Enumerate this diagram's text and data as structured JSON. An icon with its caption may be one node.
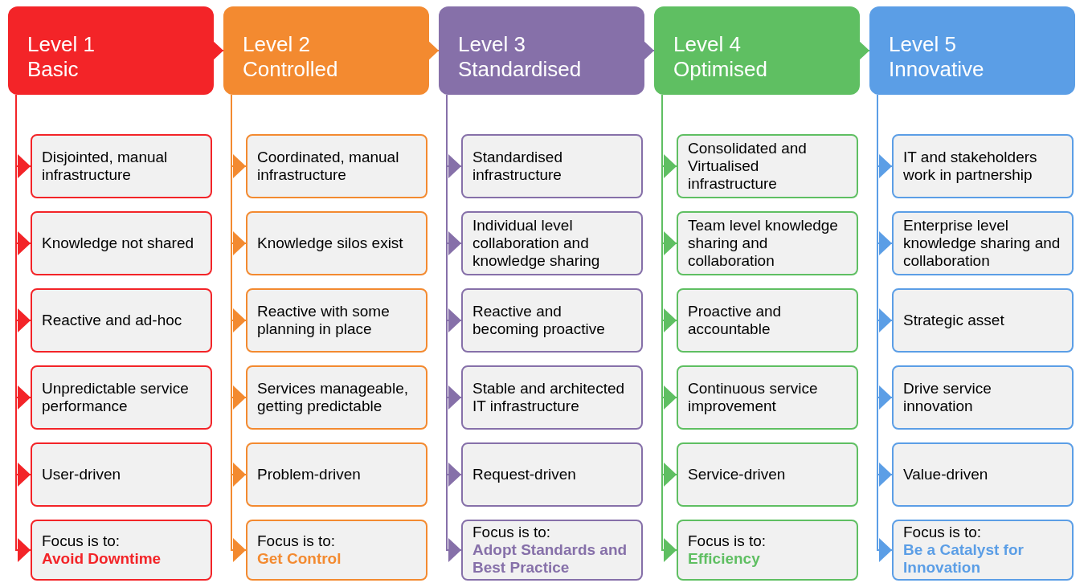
{
  "diagram": {
    "nodes": [
      {
        "text": [
          "Level 1 Basic"
        ]
      },
      {
        "text": [
          "Disjointed, manual infrastructure"
        ]
      },
      {
        "text": [
          "Knowledge not shared"
        ]
      },
      {
        "text": [
          "Reactive and ad-hoc"
        ]
      },
      {
        "text": [
          "Unpredictable service performance"
        ]
      },
      {
        "text": [
          "User-driven"
        ]
      },
      {
        "text": [
          "Focus is to:",
          "Avoid Downtime"
        ]
      },
      {
        "text": [
          "Level 2 Controlled"
        ]
      },
      {
        "text": [
          "Coordinated, manual infrastructure"
        ]
      },
      {
        "text": [
          "Knowledge silos exist"
        ]
      },
      {
        "text": [
          "Reactive with some planning in place"
        ]
      },
      {
        "text": [
          "Services manageable, getting predictable"
        ]
      },
      {
        "text": [
          "Problem-driven"
        ]
      },
      {
        "text": [
          "Focus is to:",
          "Get Control"
        ]
      },
      {
        "text": [
          "Level 3 Standardised"
        ]
      },
      {
        "text": [
          "Standardised infrastructure"
        ]
      },
      {
        "text": [
          "Individual level collaboration and knowledge sharing"
        ]
      },
      {
        "text": [
          "Reactive and becoming proactive"
        ]
      },
      {
        "text": [
          "Stable and architected IT infrastructure"
        ]
      },
      {
        "text": [
          "Request-driven"
        ]
      },
      {
        "text": [
          "Focus is to:",
          "Adopt Standards and Best Practice"
        ]
      },
      {
        "text": [
          "Level 4 Optimised"
        ]
      },
      {
        "text": [
          "Consolidated and Virtualised infrastructure"
        ]
      },
      {
        "text": [
          "Team level knowledge sharing and collaboration"
        ]
      },
      {
        "text": [
          "Proactive and accountable"
        ]
      },
      {
        "text": [
          "Continuous service improvement"
        ]
      },
      {
        "text": [
          "Service-driven"
        ]
      },
      {
        "text": [
          "Focus is to:",
          "Efficiency"
        ]
      },
      {
        "text": [
          "Level 5 Innovative"
        ]
      },
      {
        "text": [
          "IT and stakeholders work in partnership"
        ]
      },
      {
        "text": [
          "Enterprise level knowledge sharing and collaboration"
        ]
      },
      {
        "text": [
          "Strategic asset"
        ]
      },
      {
        "text": [
          "Drive service innovation"
        ]
      },
      {
        "text": [
          "Value-driven"
        ]
      },
      {
        "text": [
          "Focus is to:",
          "Be a Catalyst for Innovation"
        ]
      }
    ],
    "edges": [
      {
        "from": 0,
        "to": 7,
        "arrow": "to",
        "color": "#f32428"
      },
      {
        "from": 7,
        "to": 14,
        "arrow": "to",
        "color": "#f38a30"
      },
      {
        "from": 14,
        "to": 21,
        "arrow": "to",
        "color": "#8670a9"
      },
      {
        "from": 21,
        "to": 28,
        "arrow": "to",
        "color": "#5fbf62"
      },
      {
        "from": 0,
        "to": 1,
        "arrow": "to",
        "color": "#f32428"
      },
      {
        "from": 0,
        "to": 2,
        "arrow": "to",
        "color": "#f32428"
      },
      {
        "from": 0,
        "to": 3,
        "arrow": "to",
        "color": "#f32428"
      },
      {
        "from": 0,
        "to": 4,
        "arrow": "to",
        "color": "#f32428"
      },
      {
        "from": 0,
        "to": 5,
        "arrow": "to",
        "color": "#f32428"
      },
      {
        "from": 0,
        "to": 6,
        "arrow": "to",
        "color": "#f32428"
      },
      {
        "from": 7,
        "to": 8,
        "arrow": "to",
        "color": "#f38a30"
      },
      {
        "from": 7,
        "to": 9,
        "arrow": "to",
        "color": "#f38a30"
      },
      {
        "from": 7,
        "to": 10,
        "arrow": "to",
        "color": "#f38a30"
      },
      {
        "from": 7,
        "to": 11,
        "arrow": "to",
        "color": "#f38a30"
      },
      {
        "from": 7,
        "to": 12,
        "arrow": "to",
        "color": "#f38a30"
      },
      {
        "from": 7,
        "to": 13,
        "arrow": "to",
        "color": "#f38a30"
      },
      {
        "from": 14,
        "to": 15,
        "arrow": "to",
        "color": "#8670a9"
      },
      {
        "from": 14,
        "to": 16,
        "arrow": "to",
        "color": "#8670a9"
      },
      {
        "from": 14,
        "to": 17,
        "arrow": "to",
        "color": "#8670a9"
      },
      {
        "from": 14,
        "to": 18,
        "arrow": "to",
        "color": "#8670a9"
      },
      {
        "from": 14,
        "to": 19,
        "arrow": "to",
        "color": "#8670a9"
      },
      {
        "from": 14,
        "to": 20,
        "arrow": "to",
        "color": "#8670a9"
      },
      {
        "from": 21,
        "to": 22,
        "arrow": "to",
        "color": "#5fbf62"
      },
      {
        "from": 21,
        "to": 23,
        "arrow": "to",
        "color": "#5fbf62"
      },
      {
        "from": 21,
        "to": 24,
        "arrow": "to",
        "color": "#5fbf62"
      },
      {
        "from": 21,
        "to": 25,
        "arrow": "to",
        "color": "#5fbf62"
      },
      {
        "from": 21,
        "to": 26,
        "arrow": "to",
        "color": "#5fbf62"
      },
      {
        "from": 21,
        "to": 27,
        "arrow": "to",
        "color": "#5fbf62"
      },
      {
        "from": 28,
        "to": 29,
        "arrow": "to",
        "color": "#5b9ee6"
      },
      {
        "from": 28,
        "to": 30,
        "arrow": "to",
        "color": "#5b9ee6"
      },
      {
        "from": 28,
        "to": 31,
        "arrow": "to",
        "color": "#5b9ee6"
      },
      {
        "from": 28,
        "to": 32,
        "arrow": "to",
        "color": "#5b9ee6"
      },
      {
        "from": 28,
        "to": 33,
        "arrow": "to",
        "color": "#5b9ee6"
      },
      {
        "from": 28,
        "to": 34,
        "arrow": "to",
        "color": "#5b9ee6"
      }
    ]
  }
}
